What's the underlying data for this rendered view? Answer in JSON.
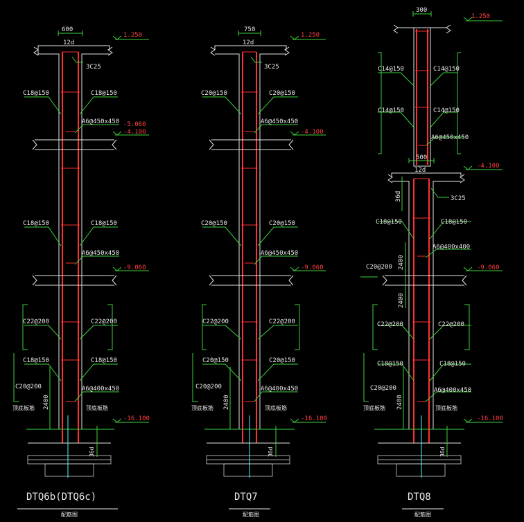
{
  "drawing": {
    "walls": [
      {
        "title": "DTQ6b(DTQ6c)",
        "subtitle": "配筋图",
        "width_label": "600",
        "cap_label": "12d",
        "top_bar": "3C25",
        "elev_top": "1.250",
        "elev_1": "-5.060",
        "elev_1b": "-4.100",
        "elev_2": "-9.060",
        "elev_bottom": "-16.100",
        "bars": {
          "s1_left": "C18@150",
          "s1_right": "C18@150",
          "s1_tie": "A6@450x450",
          "s2_left": "C18@150",
          "s2_right": "C18@150",
          "s2_tie": "A6@450x450",
          "s3_left": "C22@200",
          "s3_right": "C22@200",
          "s4_left": "C18@150",
          "s4_right": "C18@150",
          "s4_extra": "C20@200",
          "s4_tie": "A6@400x450"
        },
        "anchor": "2400",
        "side_left": "顶底板筋",
        "side_right": "顶底板筋",
        "base_dim": "36d"
      },
      {
        "title": "DTQ7",
        "subtitle": "配筋图",
        "width_label": "750",
        "cap_label": "12d",
        "top_bar": "3C25",
        "elev_top": "1.250",
        "elev_1": "",
        "elev_1b": "-4.100",
        "elev_2": "-9.060",
        "elev_bottom": "-16.100",
        "bars": {
          "s1_left": "C20@150",
          "s1_right": "C20@150",
          "s1_tie": "A6@450x450",
          "s2_left": "C20@150",
          "s2_right": "C20@150",
          "s2_tie": "A6@450x450",
          "s3_left": "C22@200",
          "s3_right": "C22@200",
          "s4_left": "C20@150",
          "s4_right": "C20@150",
          "s4_extra": "C20@200",
          "s4_tie": "A6@400x450"
        },
        "anchor": "2400",
        "side_left": "顶底板筋",
        "side_right": "顶底板筋",
        "base_dim": "36d"
      },
      {
        "title": "DTQ8",
        "subtitle": "配筋图",
        "width_label": "300",
        "width_label_2": "500",
        "cap_label": "12d",
        "top_bar": "3C25",
        "elev_top": "1.250",
        "elev_1": "",
        "elev_1b": "-4.100",
        "elev_2": "-9.060",
        "elev_bottom": "-16.100",
        "bars": {
          "s0a_left": "C14@150",
          "s0a_right": "C14@150",
          "s0b_left": "C14@150",
          "s0b_right": "C14@150",
          "s0_tie": "A6@450x450",
          "s1_left": "C18@150",
          "s1_right": "C18@150",
          "s1_tie": "A6@400x400",
          "s2_extra": "C20@200",
          "s3_left": "C22@200",
          "s3_right": "C22@200",
          "s4_left": "C18@150",
          "s4_right": "C18@150",
          "s4_extra": "C20@200",
          "s4_tie": "A6@400x450"
        },
        "anchor": "2400",
        "anchor_2": "2400",
        "anchor_3": "2400",
        "lap": "36d",
        "side_left": "顶底板筋",
        "side_right": "顶底板筋",
        "base_dim": "36d"
      }
    ]
  }
}
